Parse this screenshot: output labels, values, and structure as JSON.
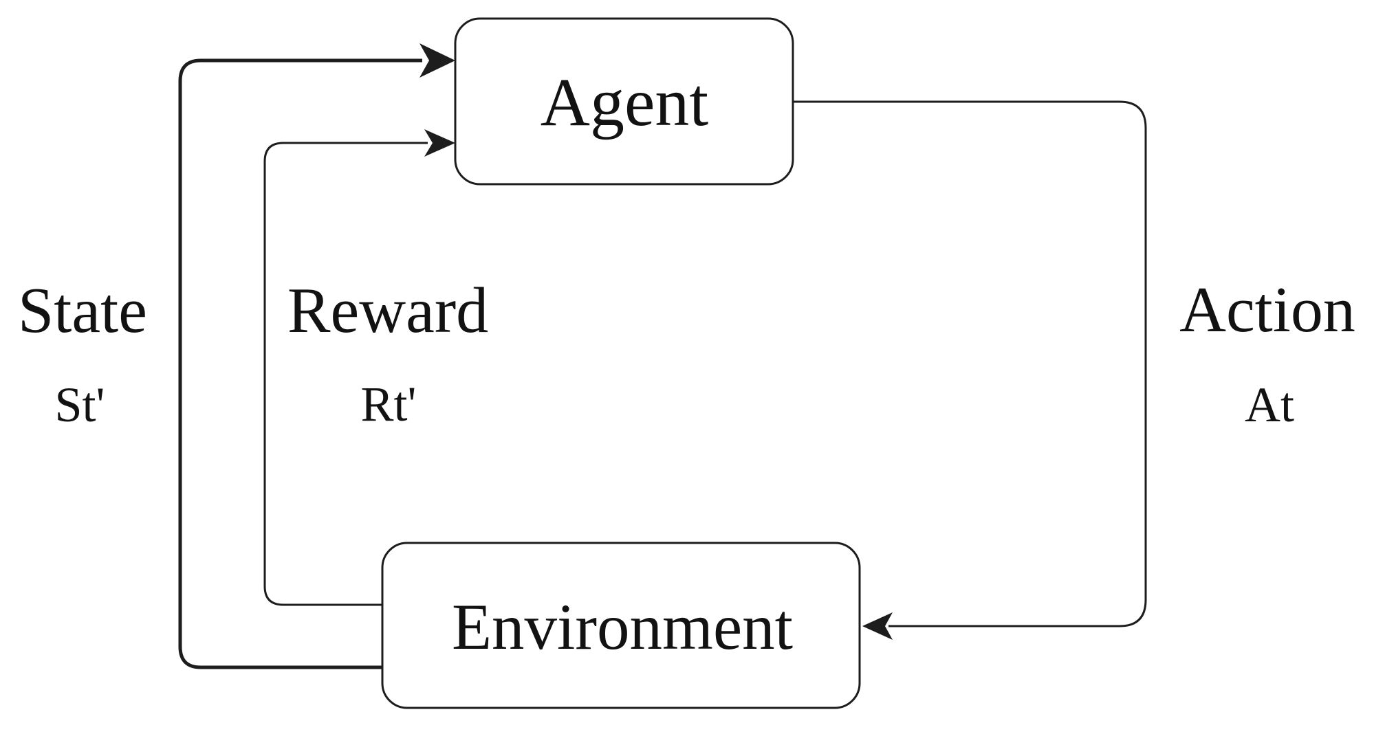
{
  "diagram": {
    "type": "flow-diagram",
    "subject": "reinforcement-learning-loop",
    "colors": {
      "stroke": "#1d1d1d",
      "text": "#121212",
      "background": "#ffffff"
    },
    "nodes": {
      "agent": {
        "label": "Agent"
      },
      "environment": {
        "label": "Environment"
      }
    },
    "edges": {
      "state": {
        "label": "State",
        "sublabel": "St'",
        "from": "environment",
        "to": "agent"
      },
      "reward": {
        "label": "Reward",
        "sublabel": "Rt'",
        "from": "environment",
        "to": "agent"
      },
      "action": {
        "label": "Action",
        "sublabel": "At",
        "from": "agent",
        "to": "environment"
      }
    }
  }
}
